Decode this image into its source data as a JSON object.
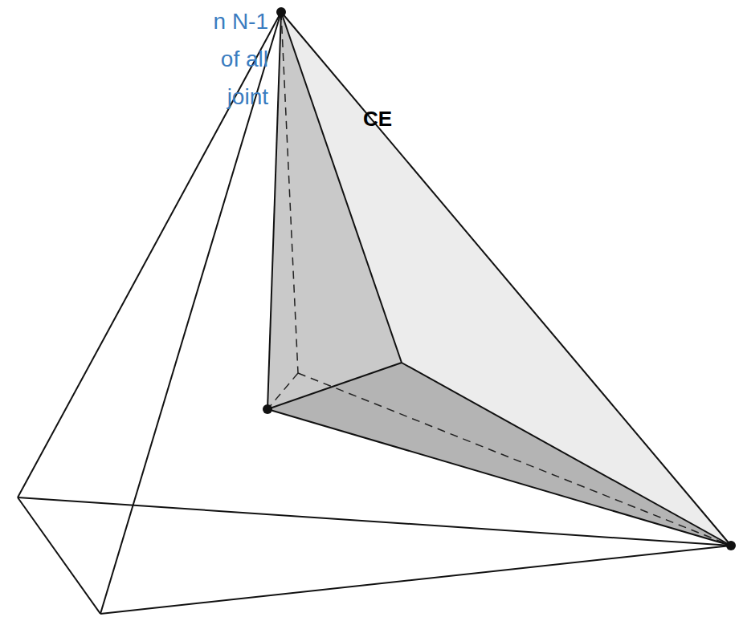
{
  "diagram": {
    "labels": [
      "n N-1",
      "of all",
      "joint",
      "CE"
    ]
  }
}
